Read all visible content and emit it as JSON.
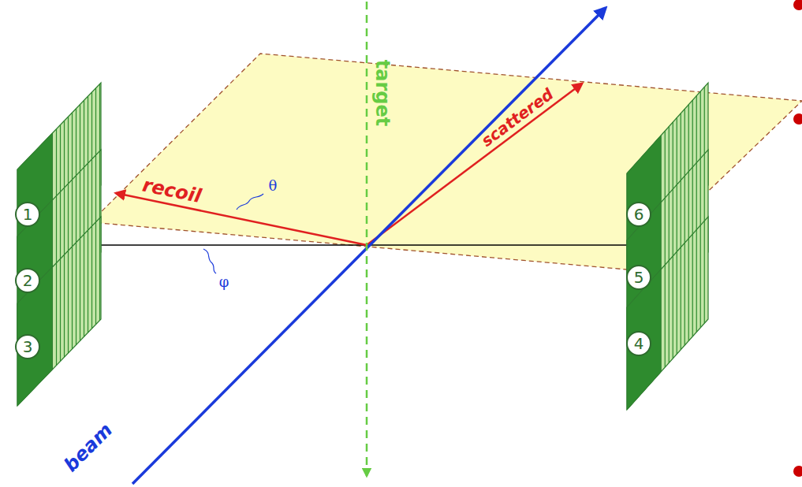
{
  "diagram": {
    "nodes": [
      {
        "text": [
          "1"
        ]
      },
      {
        "text": [
          "6"
        ]
      },
      {
        "text": [
          "2"
        ]
      },
      {
        "text": [
          "5"
        ]
      },
      {
        "text": [
          "3"
        ]
      },
      {
        "text": [
          "4"
        ]
      }
    ],
    "labels": [
      "target",
      "recoil",
      "θ",
      "φ",
      "scattered",
      "beam"
    ]
  }
}
